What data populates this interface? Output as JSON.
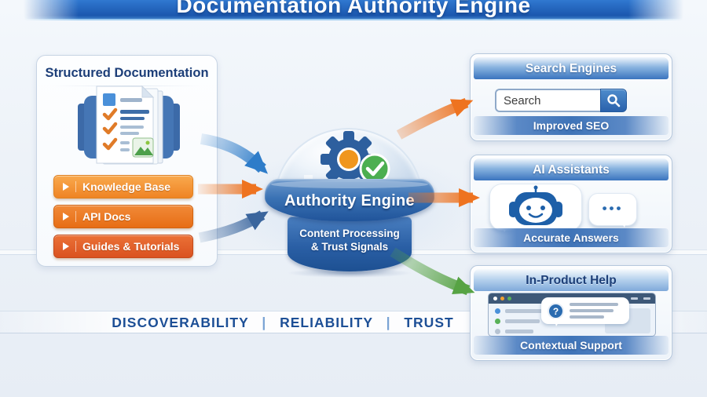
{
  "banner": {
    "title": "Documentation Authority Engine"
  },
  "left_panel": {
    "title": "Structured Documentation",
    "items": [
      {
        "label": "Knowledge Base"
      },
      {
        "label": "API Docs"
      },
      {
        "label": "Guides & Tutorials"
      }
    ]
  },
  "engine": {
    "label": "Authority Engine",
    "sublabel_line1": "Content Processing",
    "sublabel_line2": "& Trust Signals"
  },
  "outputs": {
    "search_engines": {
      "title": "Search Engines",
      "input_placeholder": "Search",
      "badge": "Improved SEO"
    },
    "ai_assistants": {
      "title": "AI Assistants",
      "typing_dots": "•••",
      "badge": "Accurate Answers"
    },
    "in_product_help": {
      "title": "In-Product Help",
      "question_mark": "?",
      "badge": "Contextual Support"
    }
  },
  "footer": {
    "words": [
      "DISCOVERABILITY",
      "RELIABILITY",
      "TRUST"
    ],
    "separator": "|"
  },
  "colors": {
    "banner_blue": "#2a6fc9",
    "navy_text": "#1d4f96",
    "orange_accent": "#ee7320",
    "green_accent": "#57a345",
    "arrow_blue": "#2e7cc9"
  }
}
